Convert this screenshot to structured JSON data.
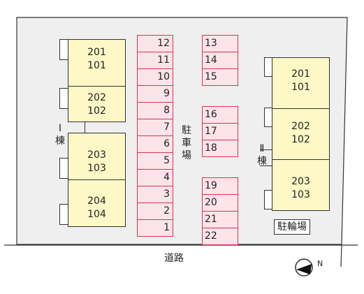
{
  "building_1": {
    "label": "Ⅰ\n棟",
    "units": [
      {
        "upper": "201",
        "lower": "101"
      },
      {
        "upper": "202",
        "lower": "102"
      },
      {
        "upper": "203",
        "lower": "103"
      },
      {
        "upper": "204",
        "lower": "104"
      }
    ]
  },
  "building_2": {
    "label": "Ⅱ\n棟",
    "units": [
      {
        "upper": "201",
        "lower": "101"
      },
      {
        "upper": "202",
        "lower": "102"
      },
      {
        "upper": "203",
        "lower": "103"
      }
    ]
  },
  "parking": {
    "label": "駐\n車\n場",
    "left_column": [
      "12",
      "11",
      "10",
      "9",
      "8",
      "7",
      "6",
      "5",
      "4",
      "3",
      "2",
      "1"
    ],
    "right_top": [
      "13",
      "14",
      "15"
    ],
    "right_middle": [
      "16",
      "17",
      "18"
    ],
    "right_bottom": [
      "19",
      "20",
      "21",
      "22"
    ]
  },
  "bicycle_parking": "駐輪場",
  "road": "道路",
  "compass": "N",
  "colors": {
    "unit_fill": "#fdf8c6",
    "stall_fill": "#fde3ea",
    "stall_border": "#d8344f",
    "lot_fill": "#efefef"
  }
}
